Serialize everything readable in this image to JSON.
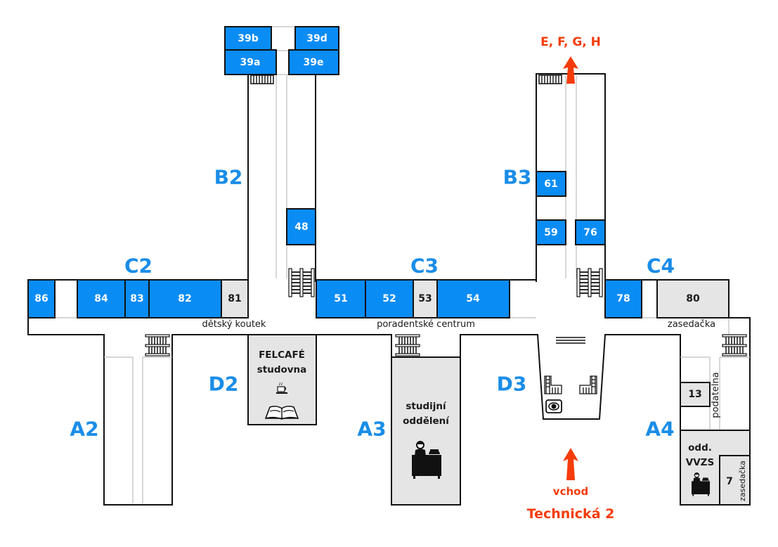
{
  "map": {
    "colors": {
      "office": "#0a8cf5",
      "service": "#e5e5e5",
      "wing_label": "#1a8de8",
      "direction": "#f53c0a"
    },
    "wings": {
      "B2": "B2",
      "B3": "B3",
      "C2": "C2",
      "C3": "C3",
      "C4": "C4",
      "D2": "D2",
      "D3": "D3",
      "A2": "A2",
      "A3": "A3",
      "A4": "A4"
    },
    "rooms": {
      "r39b": "39b",
      "r39d": "39d",
      "r39a": "39a",
      "r39e": "39e",
      "r48": "48",
      "r61": "61",
      "r59": "59",
      "r76": "76",
      "r86": "86",
      "r84": "84",
      "r83": "83",
      "r82": "82",
      "r81": "81",
      "r51": "51",
      "r52": "52",
      "r53": "53",
      "r54": "54",
      "r78": "78",
      "r80": "80",
      "r13": "13",
      "r7": "7"
    },
    "labels": {
      "detsky_koutek": "dětský koutek",
      "poradentske_centrum": "poradentské centrum",
      "zasedacka_c4": "zasedačka",
      "felcafe_line1": "FELCAFÉ",
      "felcafe_line2": "studovna",
      "studijni_line1": "studijní",
      "studijni_line2": "oddělení",
      "podatelna": "podatelna",
      "vvzs_line1": "odd.",
      "vvzs_line2": "VVZS",
      "zasedacka_a4": "zasedačka"
    },
    "directions": {
      "north_exit": "E, F, G, H",
      "entrance": "vchod",
      "street": "Technická 2"
    }
  }
}
